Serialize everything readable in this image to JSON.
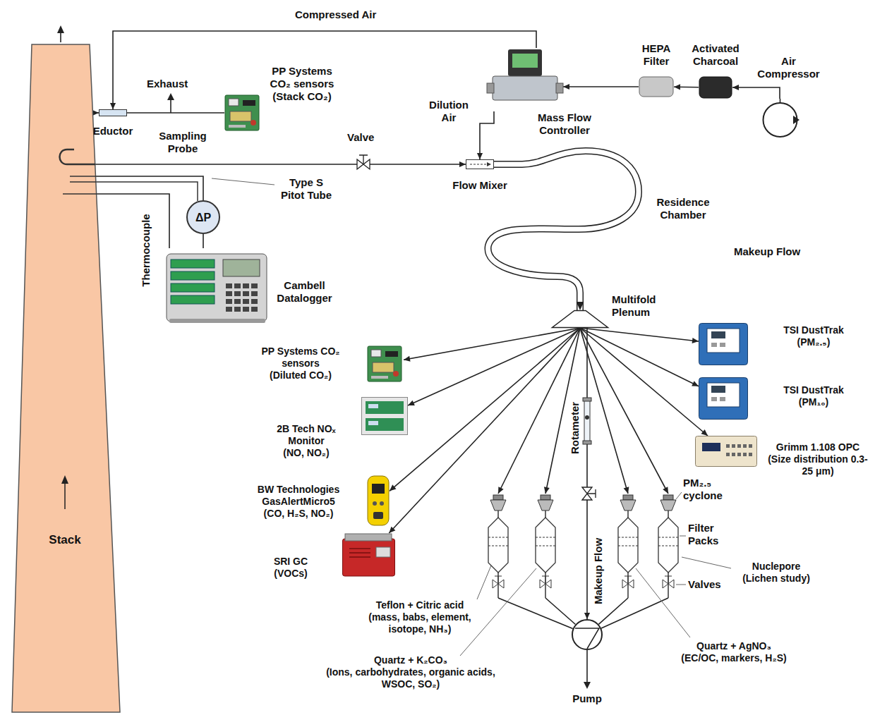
{
  "diagram": {
    "nodes": [
      {
        "text": [
          "Stack"
        ]
      },
      {
        "text": [
          "Eductor"
        ]
      },
      {
        "text": [
          "PP Systems CO₂ sensors",
          "(Stack CO₂)"
        ]
      },
      {
        "text": [
          "ΔP"
        ]
      },
      {
        "text": [
          "Cambell Datalogger"
        ]
      },
      {
        "text": [
          "Flow Mixer"
        ]
      },
      {
        "text": [
          "Mass Flow Controller"
        ]
      },
      {
        "text": [
          "HEPA Filter"
        ]
      },
      {
        "text": [
          "Activated Charcoal"
        ]
      },
      {
        "text": [
          "Air Compressor"
        ]
      },
      {
        "text": [
          "Multifold Plenum"
        ]
      },
      {
        "text": [
          "PP Systems CO₂ sensors",
          "(Diluted CO₂)"
        ]
      },
      {
        "text": [
          "2B Tech NOₓ Monitor",
          "(NO, NO₂)"
        ]
      },
      {
        "text": [
          "BW Technologies GasAlertMicro5",
          "(CO, H₂S, NO₂)"
        ]
      },
      {
        "text": [
          "SRI GC",
          "(VOCs)"
        ]
      },
      {
        "text": [
          "TSI DustTrak",
          "(PM₂.₅)"
        ]
      },
      {
        "text": [
          "TSI DustTrak",
          "(PM₁₀)"
        ]
      },
      {
        "text": [
          "Grimm 1.108 OPC",
          "(Size distribution 0.3-25 μm)"
        ]
      },
      {
        "text": [
          "Teflon + Citric acid",
          "(mass, babs, element, isotope, NH₃)"
        ]
      },
      {
        "text": [
          "Quartz + K₂CO₃",
          "(Ions, carbohydrates, organic acids, WSOC, SO₂)"
        ]
      },
      {
        "text": [
          "Quartz + AgNO₃",
          "(EC/OC, markers, H₂S)"
        ]
      },
      {
        "text": [
          "Nuclepore",
          "(Lichen study)"
        ]
      },
      {
        "text": [
          "Pump"
        ]
      }
    ],
    "edges": [
      {
        "from": 0,
        "to": 1,
        "arrow": "to"
      },
      {
        "from": 6,
        "to": 1,
        "arrow": "to"
      },
      {
        "from": 1,
        "to": 2,
        "arrow": "none"
      },
      {
        "from": 0,
        "to": 5,
        "arrow": "to"
      },
      {
        "from": 0,
        "to": 3,
        "arrow": "none"
      },
      {
        "from": 3,
        "to": 4,
        "arrow": "none"
      },
      {
        "from": 0,
        "to": 4,
        "arrow": "none"
      },
      {
        "from": 9,
        "to": 8,
        "arrow": "to"
      },
      {
        "from": 8,
        "to": 7,
        "arrow": "to"
      },
      {
        "from": 7,
        "to": 6,
        "arrow": "to"
      },
      {
        "from": 6,
        "to": 5,
        "arrow": "to"
      },
      {
        "from": 5,
        "to": 10,
        "arrow": "to"
      },
      {
        "from": 10,
        "to": 11,
        "arrow": "to"
      },
      {
        "from": 10,
        "to": 12,
        "arrow": "to"
      },
      {
        "from": 10,
        "to": 13,
        "arrow": "to"
      },
      {
        "from": 10,
        "to": 14,
        "arrow": "to"
      },
      {
        "from": 10,
        "to": 15,
        "arrow": "to"
      },
      {
        "from": 10,
        "to": 16,
        "arrow": "to"
      },
      {
        "from": 10,
        "to": 17,
        "arrow": "to"
      },
      {
        "from": 10,
        "to": 18,
        "arrow": "to"
      },
      {
        "from": 10,
        "to": 19,
        "arrow": "to"
      },
      {
        "from": 10,
        "to": 20,
        "arrow": "to"
      },
      {
        "from": 10,
        "to": 21,
        "arrow": "to"
      },
      {
        "from": 10,
        "to": 22,
        "arrow": "to"
      },
      {
        "from": 18,
        "to": 22,
        "arrow": "none"
      },
      {
        "from": 19,
        "to": 22,
        "arrow": "none"
      },
      {
        "from": 20,
        "to": 22,
        "arrow": "none"
      },
      {
        "from": 21,
        "to": 22,
        "arrow": "none"
      }
    ],
    "labels": [
      "Compressed Air",
      "Exhaust",
      "Sampling Probe",
      "Valve",
      "Type S Pitot Tube",
      "Thermocouple",
      "Dilution Air",
      "Residence Chamber",
      "Makeup Flow",
      "Rotameter",
      "Makeup Flow",
      "PM₂.₅ cyclone",
      "Filter Packs",
      "Valves"
    ]
  }
}
